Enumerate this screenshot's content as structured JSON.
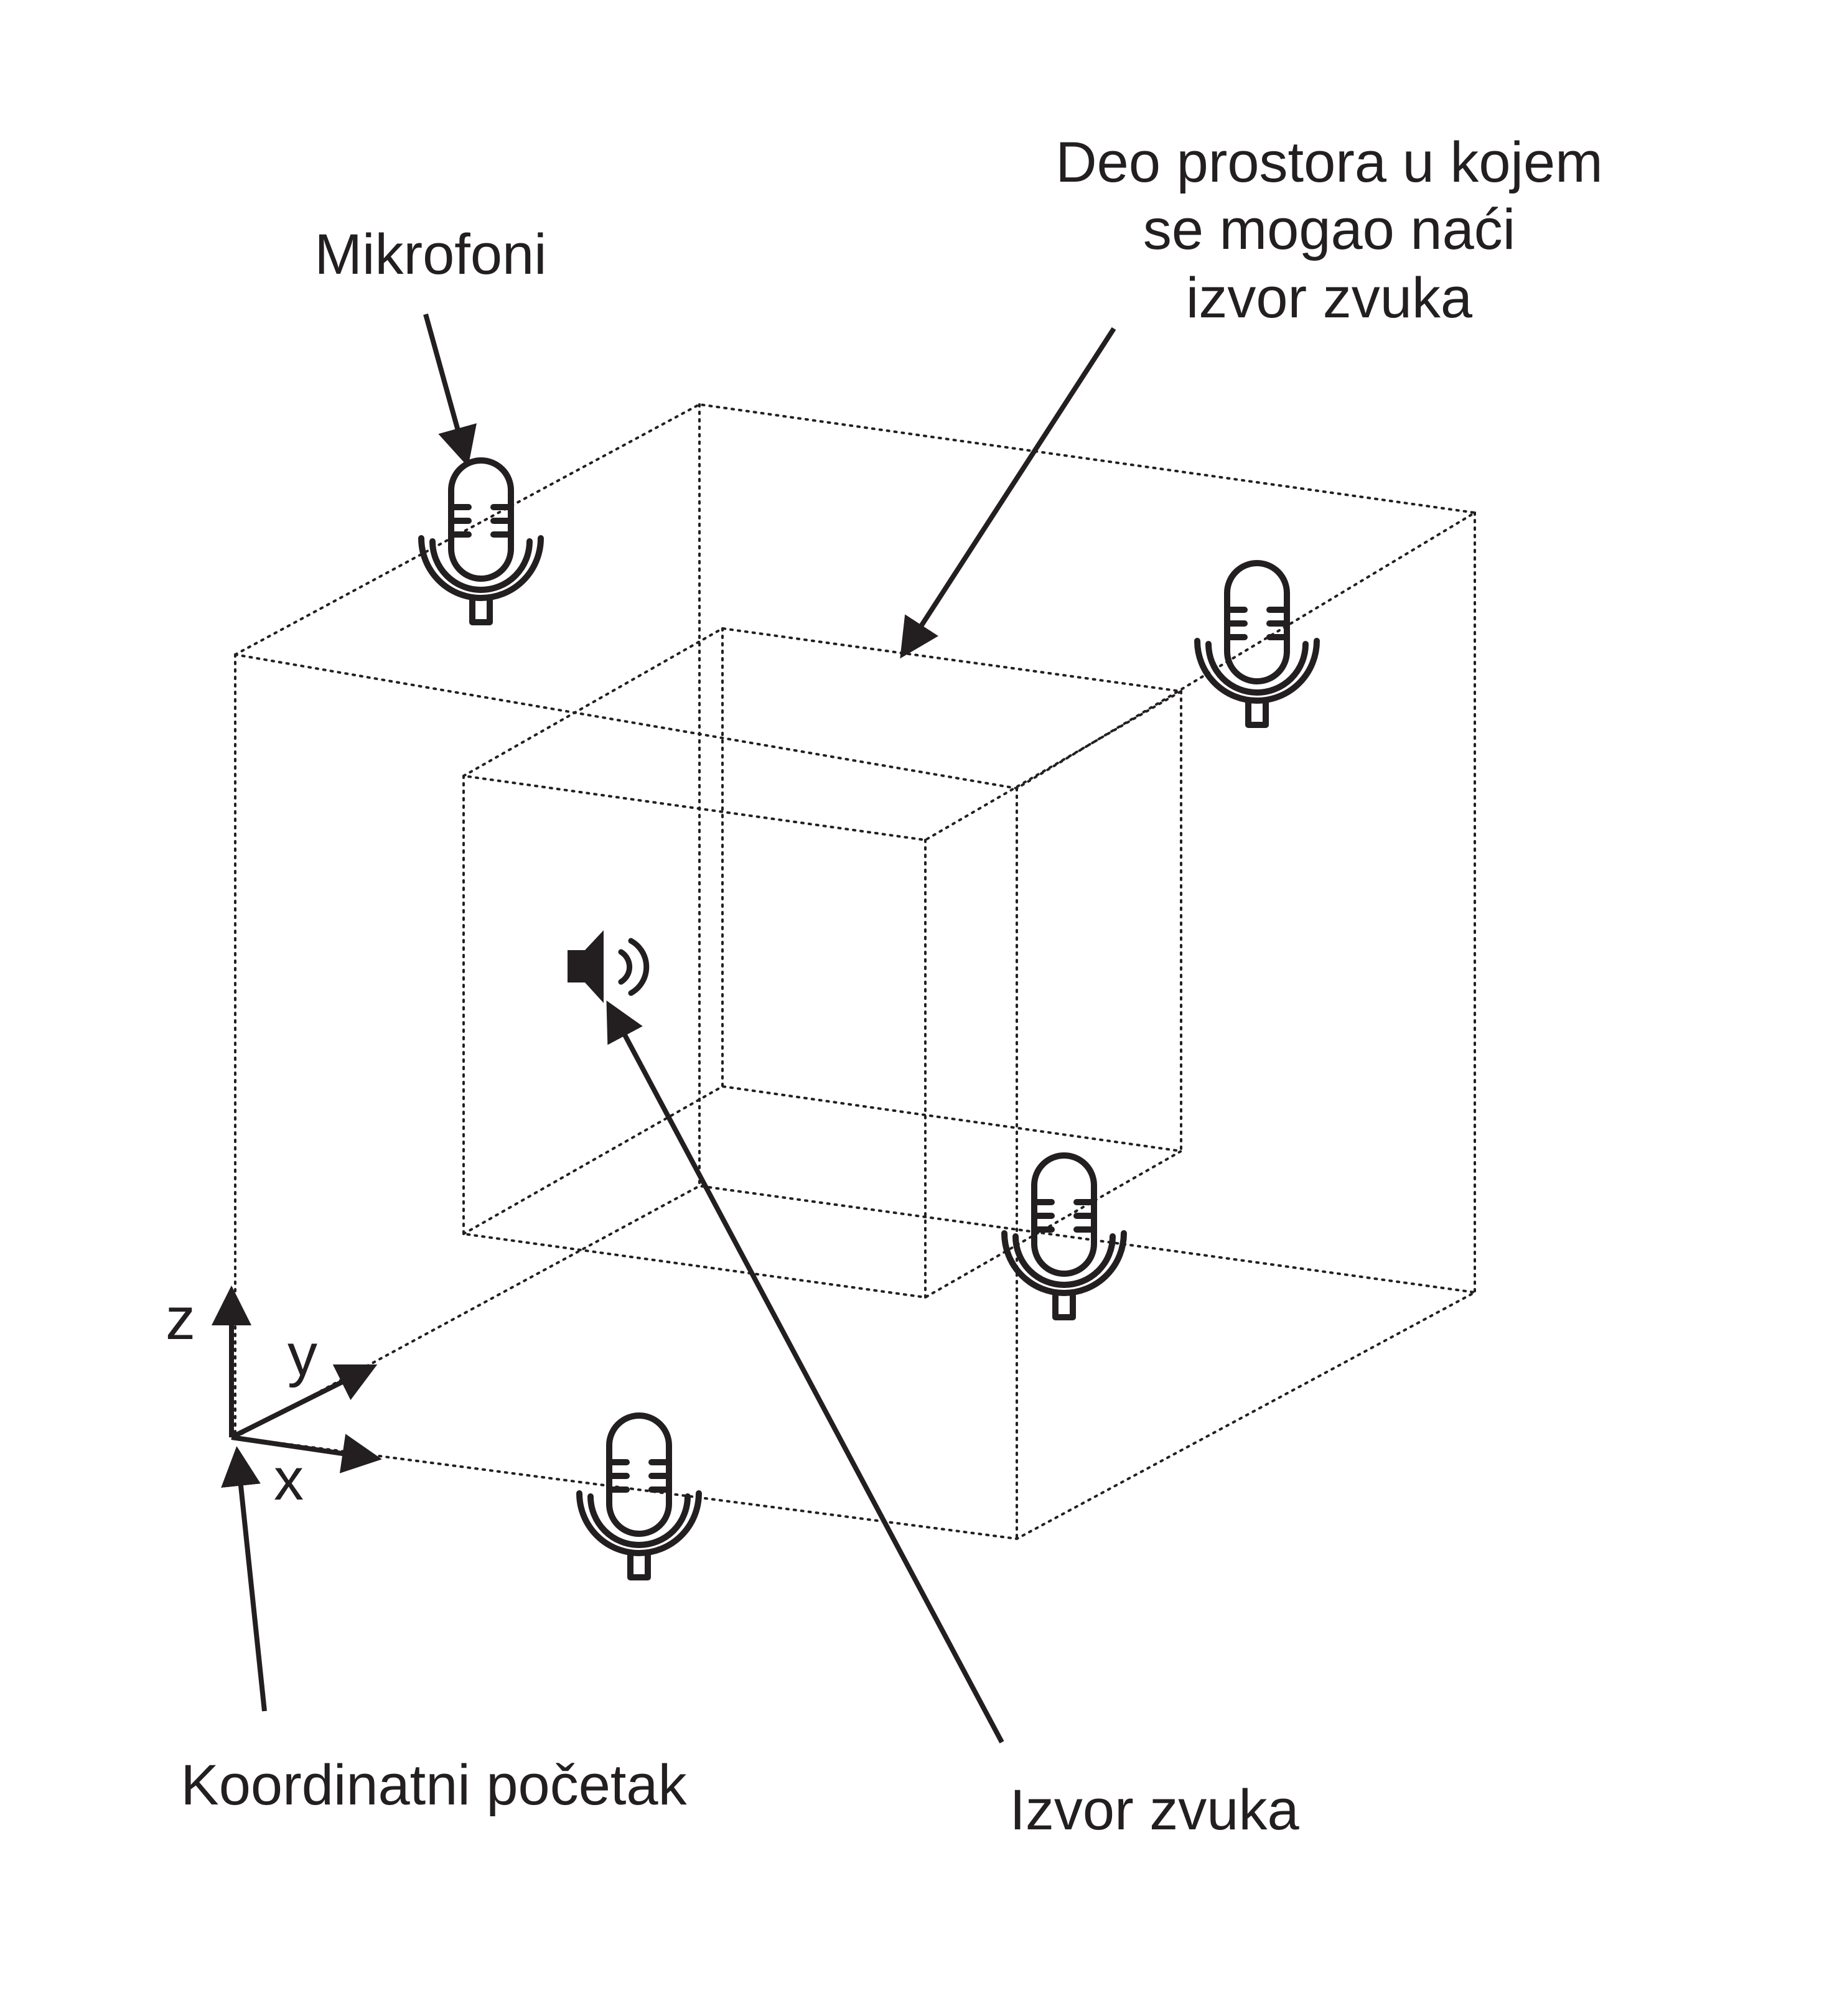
{
  "labels": {
    "microphones": "Mikrofoni",
    "region_line1": "Deo prostora u kojem",
    "region_line2": "se mogao naći",
    "region_line3": "izvor zvuka",
    "origin": "Koordinatni početak",
    "source": "Izvor zvuka"
  },
  "axes": {
    "x": "x",
    "y": "y",
    "z": "z"
  },
  "icons": {
    "microphone": "microphone-icon",
    "speaker": "speaker-icon"
  },
  "colors": {
    "ink": "#231f20",
    "background": "#ffffff"
  }
}
